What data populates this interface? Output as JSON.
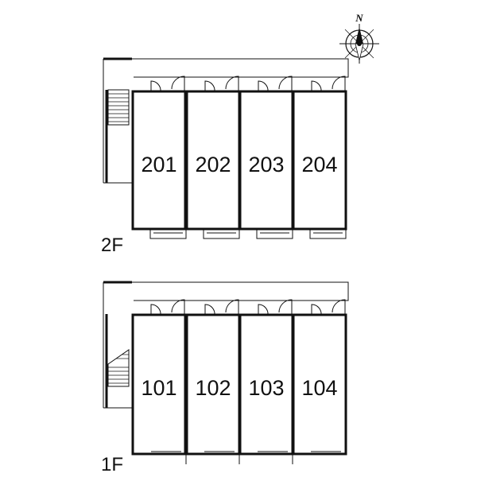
{
  "compass": {
    "label": "N",
    "icon": "compass-rose-icon"
  },
  "floors": [
    {
      "id": "floor-2",
      "label": "2F",
      "units": [
        "201",
        "202",
        "203",
        "204"
      ]
    },
    {
      "id": "floor-1",
      "label": "1F",
      "units": [
        "101",
        "102",
        "103",
        "104"
      ]
    }
  ],
  "colors": {
    "line": "#111111",
    "background": "#ffffff"
  }
}
